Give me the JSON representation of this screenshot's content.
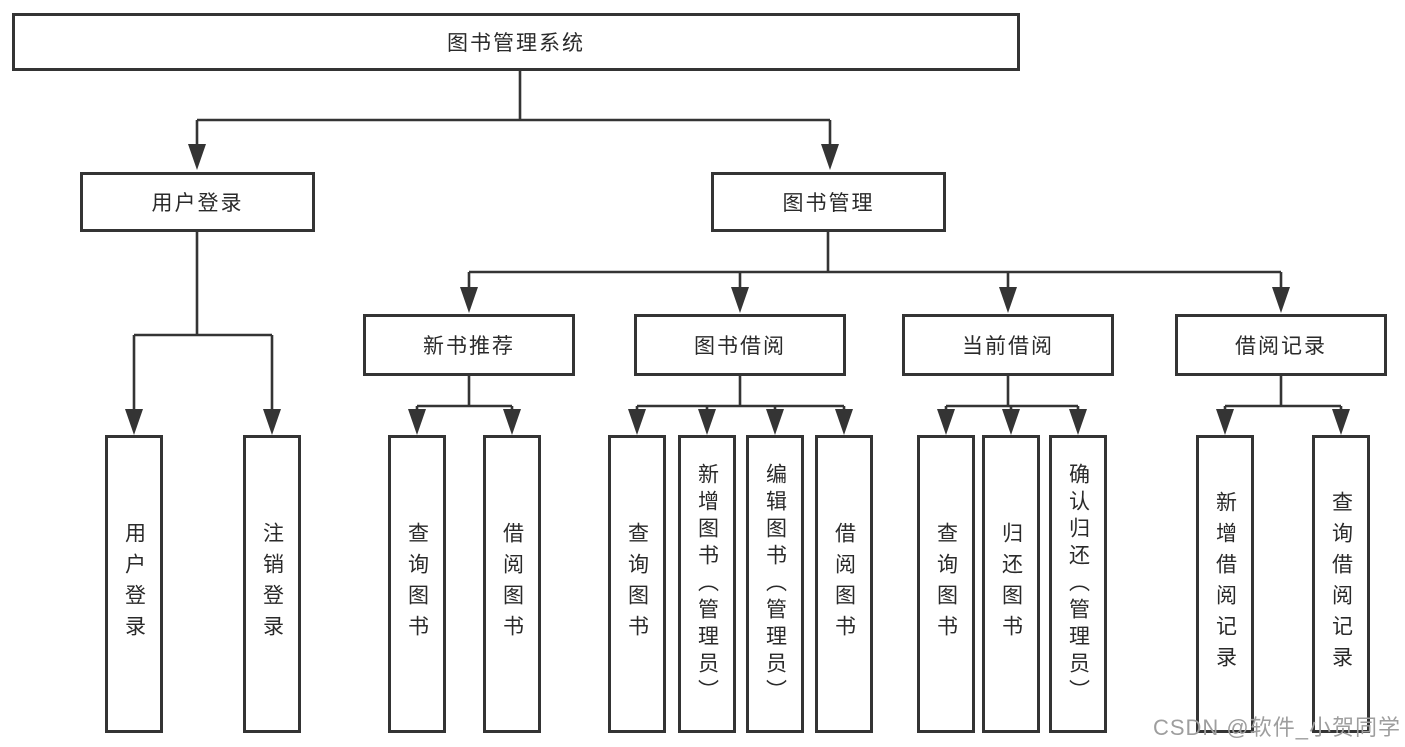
{
  "diagram": {
    "root": {
      "label": "图书管理系统"
    },
    "level2": {
      "user_login": {
        "label": "用户登录"
      },
      "book_mgmt": {
        "label": "图书管理"
      }
    },
    "level3": {
      "new_book_rec": {
        "label": "新书推荐"
      },
      "book_borrow": {
        "label": "图书借阅"
      },
      "current_borrow": {
        "label": "当前借阅"
      },
      "borrow_records": {
        "label": "借阅记录"
      }
    },
    "leaves": {
      "user_login_1": {
        "label": "用户登录"
      },
      "user_login_2": {
        "label": "注销登录"
      },
      "new_book_rec_1": {
        "label": "查询图书"
      },
      "new_book_rec_2": {
        "label": "借阅图书"
      },
      "book_borrow_1": {
        "label": "查询图书"
      },
      "book_borrow_2": {
        "label": "新增图书（管理员）"
      },
      "book_borrow_3": {
        "label": "编辑图书（管理员）"
      },
      "book_borrow_4": {
        "label": "借阅图书"
      },
      "current_borrow_1": {
        "label": "查询图书"
      },
      "current_borrow_2": {
        "label": "归还图书"
      },
      "current_borrow_3": {
        "label": "确认归还（管理员）"
      },
      "borrow_records_1": {
        "label": "新增借阅记录"
      },
      "borrow_records_2": {
        "label": "查询借阅记录"
      }
    }
  },
  "watermark": {
    "text": "CSDN @软件_小贺同学"
  },
  "colors": {
    "line": "#343434",
    "text": "#2a2a2a",
    "background": "#ffffff",
    "watermark": "#9e9e9e"
  }
}
